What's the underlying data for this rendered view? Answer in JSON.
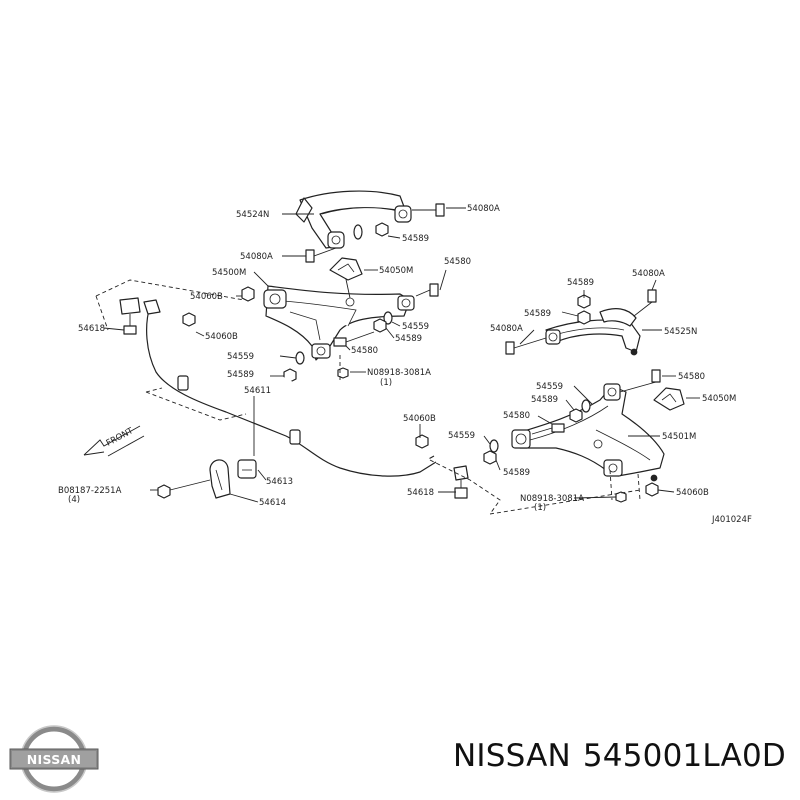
{
  "diagram": {
    "labels": {
      "l54524N": "54524N",
      "l54080A_1": "54080A",
      "l54589_1": "54589",
      "l54080A_2": "54080A",
      "l54050M_1": "54050M",
      "l54580_1": "54580",
      "l54500M": "54500M",
      "l54060B_1": "54060B",
      "l54618_1": "54618",
      "l54060B_2": "54060B",
      "l54559_1": "54559",
      "l54589_2": "54589",
      "l54580_2": "54580",
      "l54559_2": "54559",
      "l54589_3": "54589",
      "l08918_1": "N08918-3081A",
      "l08918_1_qty": "(1)",
      "l54611": "54611",
      "front": "FRONT",
      "l54613": "54613",
      "l08187": "B08187-2251A",
      "l08187_qty": "(4)",
      "l54614": "54614",
      "l54060B_3": "54060B",
      "l54559_3": "54559",
      "l54589_4": "54589",
      "l54618_2": "54618",
      "l08918_2": "N08918-3081A",
      "l08918_2_qty": "(1)",
      "l54060B_4": "54060B",
      "l54501M": "54501M",
      "l54050M_2": "54050M",
      "l54580_3": "54580",
      "l54559_4": "54559",
      "l54589_5": "54589",
      "l54580_4": "54580",
      "l54589_6": "54589",
      "l54080A_3": "54080A",
      "l54589_7": "54589",
      "l54080A_4": "54080A",
      "l54525N": "54525N",
      "ref": "J401024F"
    }
  },
  "brand": {
    "logo_text": "NISSAN"
  },
  "caption": {
    "brand": "NISSAN",
    "part_number": "545001LA0D"
  }
}
